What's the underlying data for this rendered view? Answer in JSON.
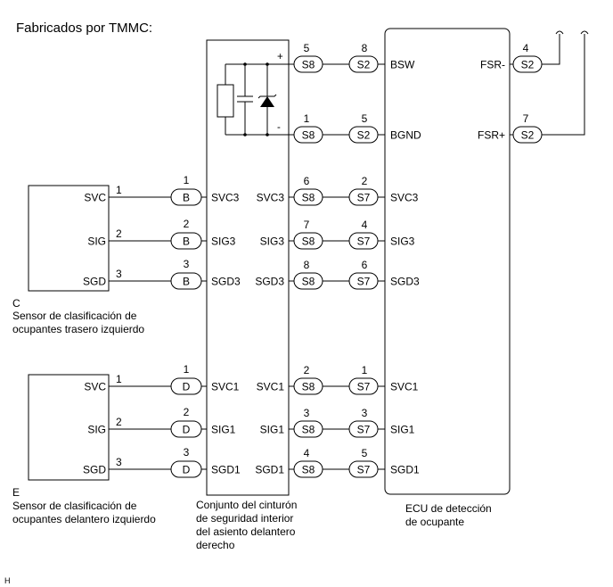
{
  "title": "Fabricados por TMMC:",
  "footer_mark": "H",
  "components": {
    "sensor_rear": {
      "letter": "C",
      "name_line1": "Sensor de clasificación de",
      "name_line2": "ocupantes trasero izquierdo",
      "pins": [
        {
          "label": "SVC",
          "num": "1"
        },
        {
          "label": "SIG",
          "num": "2"
        },
        {
          "label": "SGD",
          "num": "3"
        }
      ]
    },
    "sensor_front": {
      "letter": "E",
      "name_line1": "Sensor de clasificación de",
      "name_line2": "ocupantes delantero izquierdo",
      "pins": [
        {
          "label": "SVC",
          "num": "1"
        },
        {
          "label": "SIG",
          "num": "2"
        },
        {
          "label": "SGD",
          "num": "3"
        }
      ]
    },
    "buckle": {
      "name_line1": "Conjunto del cinturón",
      "name_line2": "de seguridad interior",
      "name_line3": "del asiento delantero",
      "name_line4": "derecho",
      "switch_plus": "+",
      "switch_minus": "-"
    },
    "ecu": {
      "name_line1": "ECU de detección",
      "name_line2": "de ocupante"
    }
  },
  "rows": {
    "bsw": {
      "s8": "S8",
      "s8num": "5",
      "ecu_conn": "S2",
      "ecu_num": "8",
      "ecu_term": "BSW"
    },
    "bgnd": {
      "s8": "S8",
      "s8num": "1",
      "ecu_conn": "S2",
      "ecu_num": "5",
      "ecu_term": "BGND"
    },
    "svc3": {
      "in_conn": "B",
      "in_num": "1",
      "in_term": "SVC3",
      "out_term": "SVC3",
      "s8": "S8",
      "s8num": "6",
      "ecu_conn": "S7",
      "ecu_num": "2",
      "ecu_term": "SVC3"
    },
    "sig3": {
      "in_conn": "B",
      "in_num": "2",
      "in_term": "SIG3",
      "out_term": "SIG3",
      "s8": "S8",
      "s8num": "7",
      "ecu_conn": "S7",
      "ecu_num": "4",
      "ecu_term": "SIG3"
    },
    "sgd3": {
      "in_conn": "B",
      "in_num": "3",
      "in_term": "SGD3",
      "out_term": "SGD3",
      "s8": "S8",
      "s8num": "8",
      "ecu_conn": "S7",
      "ecu_num": "6",
      "ecu_term": "SGD3"
    },
    "svc1": {
      "in_conn": "D",
      "in_num": "1",
      "in_term": "SVC1",
      "out_term": "SVC1",
      "s8": "S8",
      "s8num": "2",
      "ecu_conn": "S7",
      "ecu_num": "1",
      "ecu_term": "SVC1"
    },
    "sig1": {
      "in_conn": "D",
      "in_num": "2",
      "in_term": "SIG1",
      "out_term": "SIG1",
      "s8": "S8",
      "s8num": "3",
      "ecu_conn": "S7",
      "ecu_num": "3",
      "ecu_term": "SIG1"
    },
    "sgd1": {
      "in_conn": "D",
      "in_num": "3",
      "in_term": "SGD1",
      "out_term": "SGD1",
      "s8": "S8",
      "s8num": "4",
      "ecu_conn": "S7",
      "ecu_num": "5",
      "ecu_term": "SGD1"
    }
  },
  "fsr": {
    "minus": {
      "term": "FSR-",
      "conn": "S2",
      "num": "4"
    },
    "plus": {
      "term": "FSR+",
      "conn": "S2",
      "num": "7"
    }
  }
}
